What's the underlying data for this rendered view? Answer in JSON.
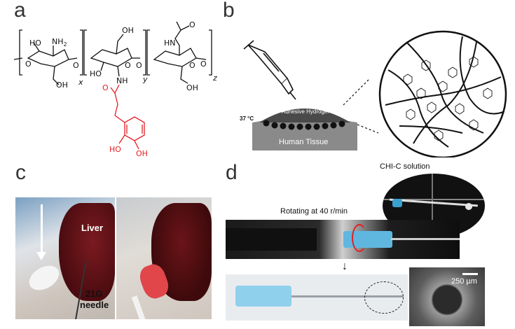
{
  "figure": {
    "panels": [
      {
        "letter": "a"
      },
      {
        "letter": "b"
      },
      {
        "letter": "c"
      },
      {
        "letter": "d"
      }
    ],
    "panel_a": {
      "atoms": {
        "ho1": "HO",
        "nh2": "NH",
        "nh2_sub": "2",
        "o1": "O",
        "o_link1": "O",
        "oh_ring1": "OH",
        "x": "x",
        "oh_top2": "OH",
        "o2": "O",
        "ho2": "HO",
        "nh2b": "NH",
        "y": "y",
        "o_link2": "O",
        "o3": "O",
        "hn3": "HN",
        "o_acetyl": "O",
        "oh3": "OH",
        "z": "z",
        "o_end": "O",
        "carbonyl_o": "O",
        "ho_red": "HO",
        "oh_red": "OH"
      }
    },
    "panel_b": {
      "temperature": "37 °C",
      "hydrogel_label": "Adhesive Hydrogel",
      "tissue_label": "Human Tissue"
    },
    "panel_c": {
      "liver_label": "Liver",
      "needle_label_line1": "21G",
      "needle_label_line2": "needle"
    },
    "panel_d": {
      "solution_label": "CHI-C solution",
      "rotation_label": "Rotating at 40 r/min",
      "scale_label": "250 µm"
    }
  },
  "colors": {
    "red_highlight": "#e31e24",
    "tissue_gray": "#8a8a8a",
    "hydrogel_dark": "#4a4a4a",
    "liver_red": "#5a0f14",
    "needle_hub_blue": "#7cc6e8"
  }
}
